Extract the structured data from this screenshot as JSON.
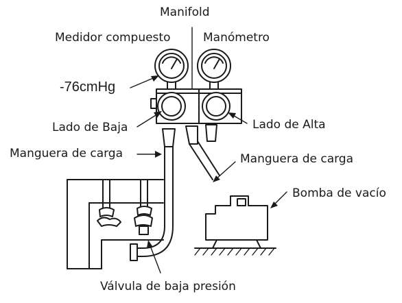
{
  "labels": {
    "manifold": "Manifold",
    "compound_gauge": "Medidor compuesto",
    "pressure_gauge": "Manómetro",
    "vacuum_reading": "-76cmHg",
    "low_side": "Lado de Baja",
    "high_side": "Lado de Alta",
    "charge_hose_left": "Manguera de carga",
    "charge_hose_right": "Manguera de carga",
    "vacuum_pump": "Bomba de vacío",
    "low_pressure_valve": "Válvula de baja presión"
  }
}
